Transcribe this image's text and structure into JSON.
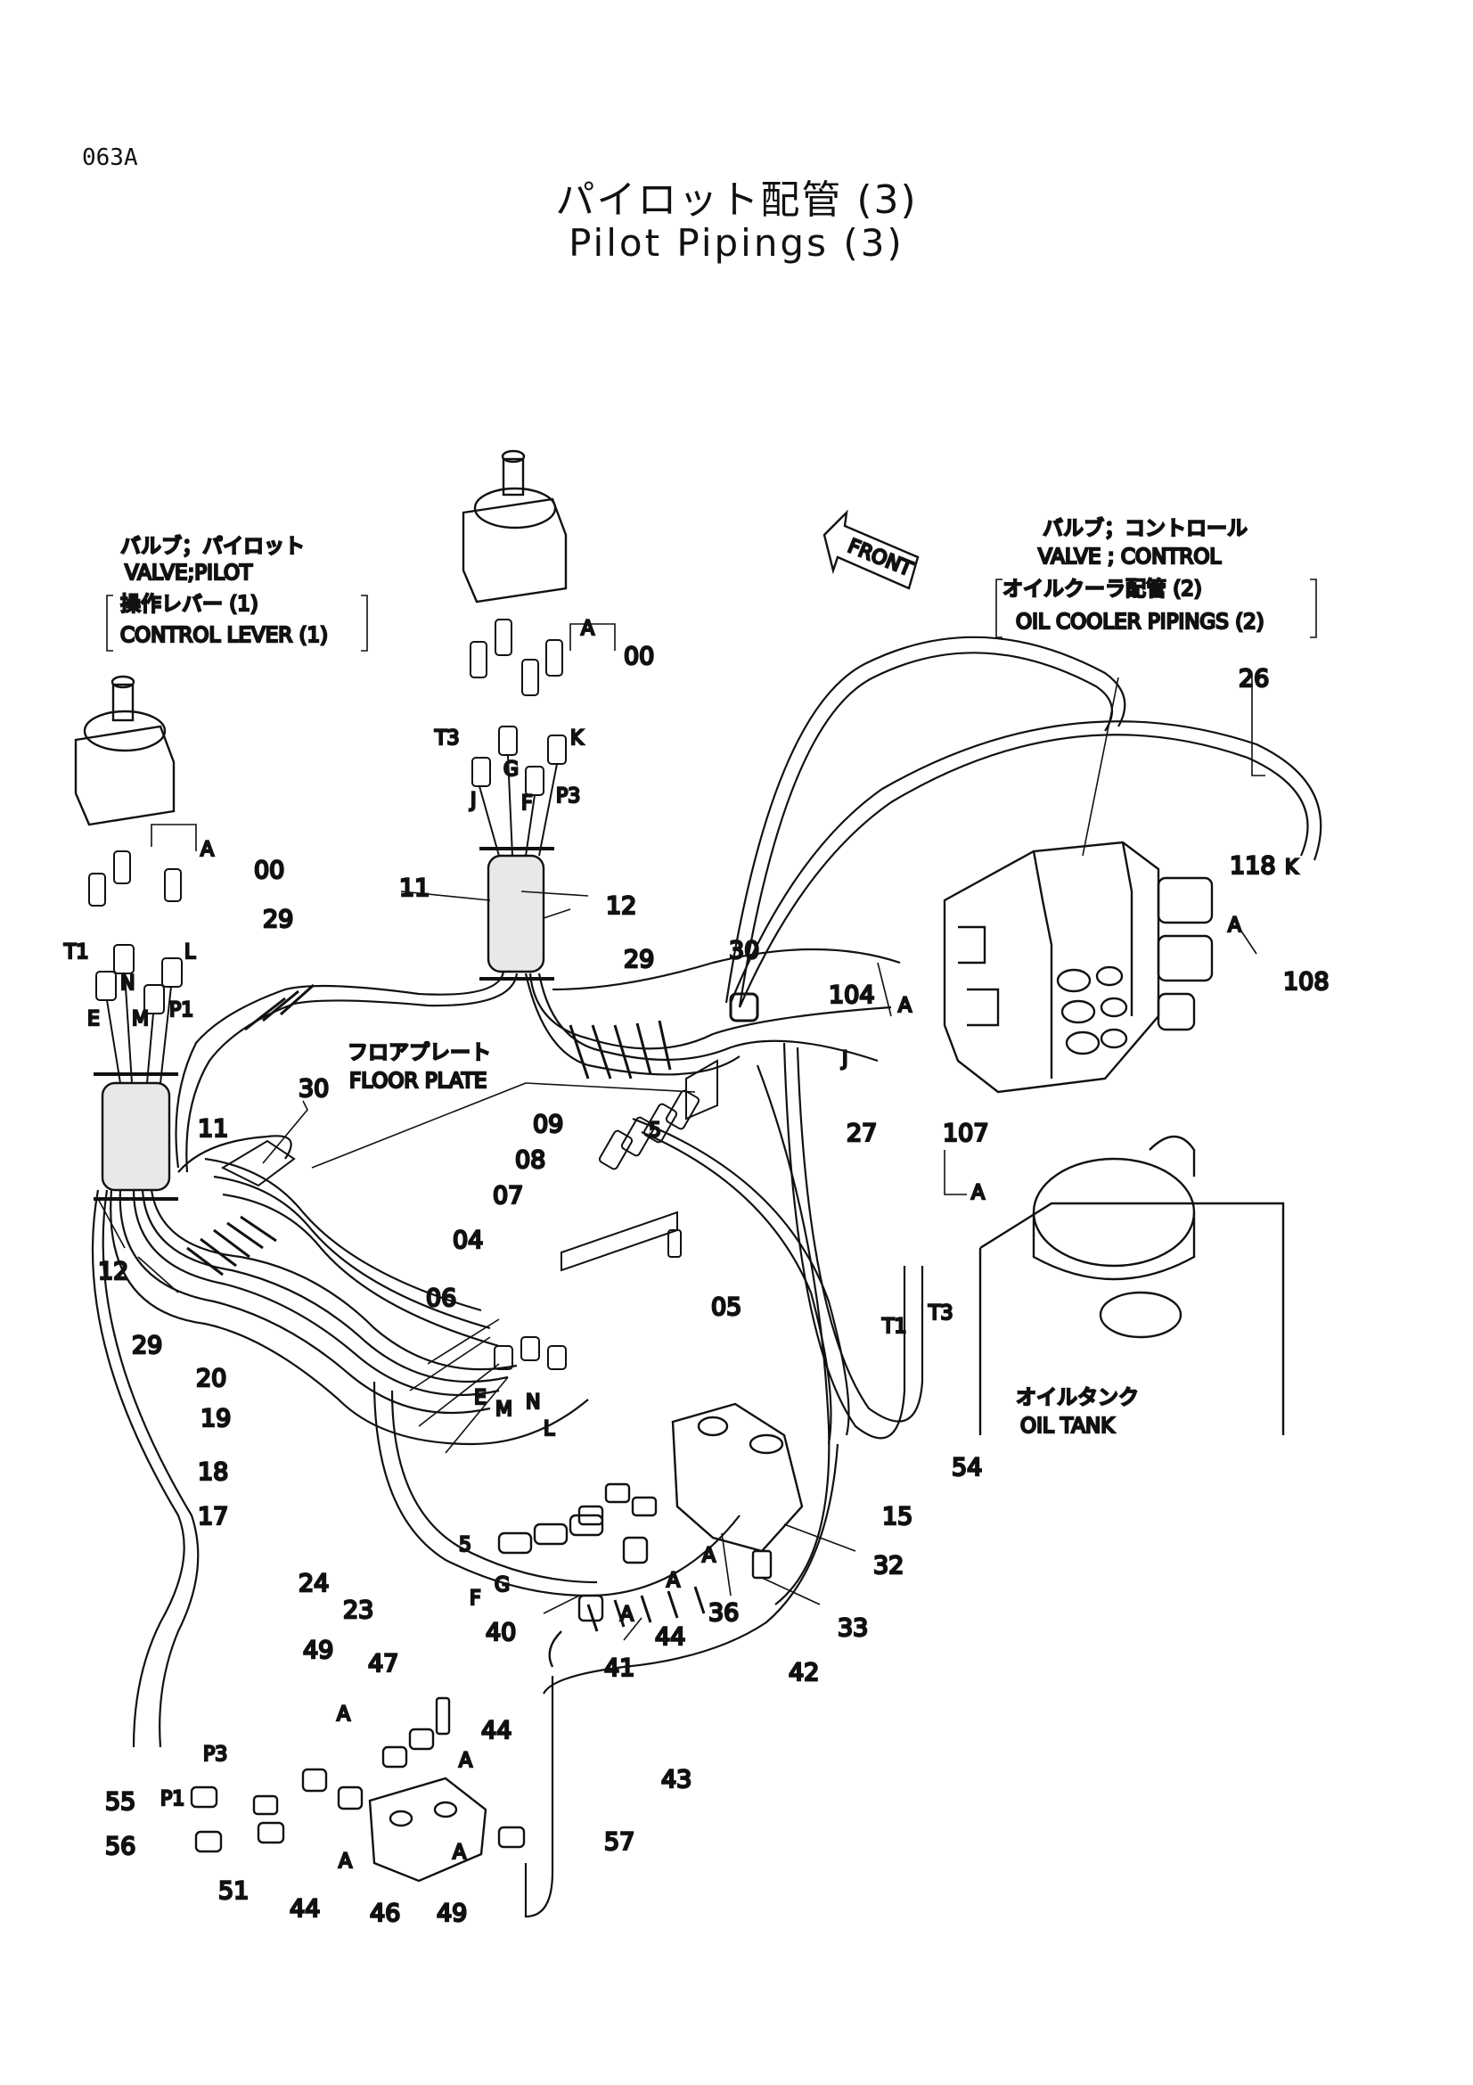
{
  "page_id": "063A",
  "title_jp": "パイロット配管 (3)",
  "title_en": "Pilot Pipings (3)",
  "notes": {
    "valve_pilot_jp": "バルブ；パイロット",
    "valve_pilot_en": "VALVE;PILOT",
    "control_lever_jp": "操作レバー (1)",
    "control_lever_en": "CONTROL  LEVER (1)",
    "valve_control_jp": "バルブ；コントロール",
    "valve_control_en": "VALVE ; CONTROL",
    "oil_cooler_jp": "オイルクーラ配管 (2)",
    "oil_cooler_en": "OIL  COOLER  PIPINGS (2)",
    "floor_plate_jp": "フロアプレート",
    "floor_plate_en": "FLOOR  PLATE",
    "oil_tank_jp": "オイルタンク",
    "oil_tank_en": "OIL  TANK",
    "front": "FRONT"
  },
  "callouts": {
    "c00a": "00",
    "c00b": "00",
    "cA1": "A",
    "cA2": "A",
    "c26": "26",
    "c118": "118",
    "cK": "K",
    "cA3": "A",
    "c108": "108",
    "c104": "104",
    "cA4": "A",
    "cJ": "J",
    "c27": "27",
    "c30a": "30",
    "c29a": "29",
    "c11a": "11",
    "c12a": "12",
    "cT3a": "T3",
    "cGa": "G",
    "cKa": "K",
    "cJa": "J",
    "cFa": "F",
    "cP3a": "P3",
    "c29b": "29",
    "cT1a": "T1",
    "cNa": "N",
    "cL": "L",
    "cEa": "E",
    "cMa": "M",
    "cP1a": "P1",
    "c30b": "30",
    "c11b": "11",
    "c12b": "12",
    "c29c": "29",
    "c09": "09",
    "c08": "08",
    "c07": "07",
    "c04": "04",
    "c05": "05",
    "c06": "06",
    "c5a": "5",
    "cEb": "E",
    "cMb": "M",
    "cNb": "N",
    "cLb": "L",
    "c20": "20",
    "c19": "19",
    "c18": "18",
    "c17": "17",
    "c107": "107",
    "cA5": "A",
    "cT1b": "T1",
    "cT3b": "T3",
    "c54": "54",
    "c15": "15",
    "c24": "24",
    "c23": "23",
    "c5b": "5",
    "cFb": "F",
    "cGb": "G",
    "cA6": "A",
    "cA7": "A",
    "cA8": "A",
    "c32": "32",
    "c36": "36",
    "c33": "33",
    "c40": "40",
    "c44a": "44",
    "c41": "41",
    "c42": "42",
    "c43": "43",
    "c47": "47",
    "c49a": "49",
    "cA9": "A",
    "c44b": "44",
    "cA10": "A",
    "cP3b": "P3",
    "cP1b": "P1",
    "c55": "55",
    "c56": "56",
    "c51": "51",
    "c44c": "44",
    "cA11": "A",
    "c46": "46",
    "cA12": "A",
    "c49b": "49",
    "c57": "57"
  }
}
